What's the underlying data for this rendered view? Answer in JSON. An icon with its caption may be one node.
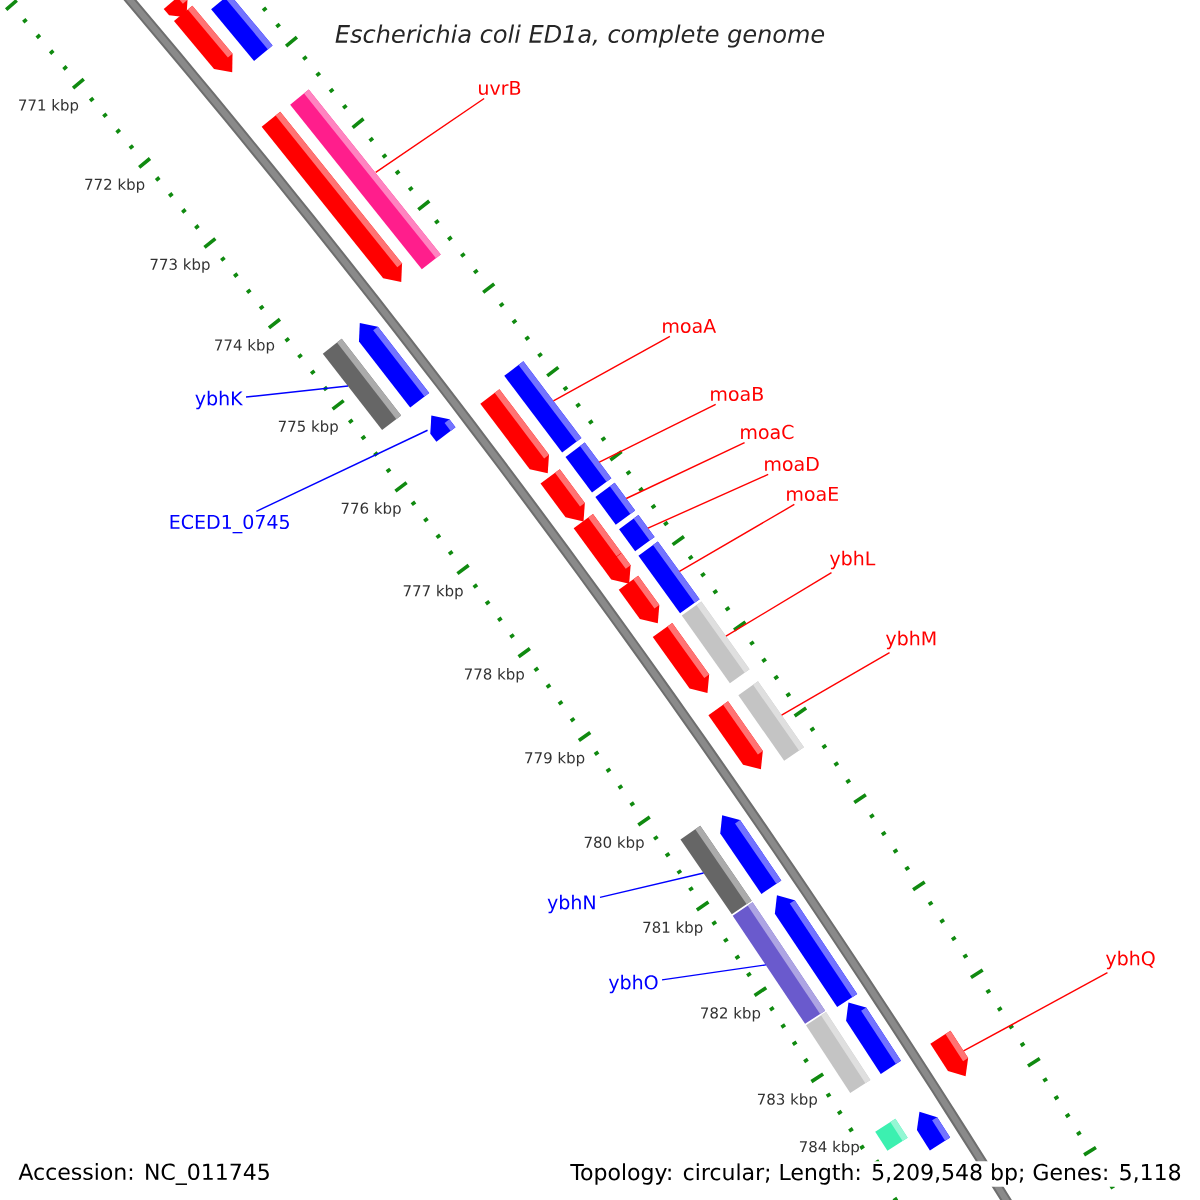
{
  "diagram": {
    "title": "Escherichia coli ED1a, complete genome",
    "nodes": [
      {
        "text": [
          "uvrB"
        ]
      },
      {
        "text": [
          "moaA"
        ]
      },
      {
        "text": [
          "moaB"
        ]
      },
      {
        "text": [
          "moaC"
        ]
      },
      {
        "text": [
          "moaD"
        ]
      },
      {
        "text": [
          "moaE"
        ]
      },
      {
        "text": [
          "ybhL"
        ]
      },
      {
        "text": [
          "ybhM"
        ]
      },
      {
        "text": [
          "ybhQ"
        ]
      },
      {
        "text": [
          "ybhK"
        ]
      },
      {
        "text": [
          "ECED1_0745"
        ]
      },
      {
        "text": [
          "ybhN"
        ]
      },
      {
        "text": [
          "ybhO"
        ]
      },
      {
        "text": [],
        "shape": "bar"
      },
      {
        "text": [],
        "shape": "pentagon"
      },
      {
        "text": [],
        "shape": "pentagon"
      },
      {
        "text": [],
        "shape": "bar"
      },
      {
        "text": [],
        "shape": "pentagon"
      },
      {
        "text": [],
        "shape": "pentagon"
      },
      {
        "text": [],
        "shape": "bar"
      },
      {
        "text": [],
        "shape": "bar"
      },
      {
        "text": [],
        "shape": "pentagon"
      },
      {
        "text": [],
        "shape": "pentagon"
      },
      {
        "text": [],
        "shape": "bar"
      },
      {
        "text": [],
        "shape": "pentagon"
      },
      {
        "text": [],
        "shape": "bar"
      },
      {
        "text": [],
        "shape": "pentagon"
      },
      {
        "text": [],
        "shape": "bar"
      },
      {
        "text": [],
        "shape": "bar"
      },
      {
        "text": [],
        "shape": "pentagon"
      },
      {
        "text": [],
        "shape": "pentagon"
      },
      {
        "text": [],
        "shape": "bar"
      },
      {
        "text": [],
        "shape": "pentagon"
      },
      {
        "text": [],
        "shape": "bar"
      },
      {
        "text": [],
        "shape": "pentagon"
      },
      {
        "text": [],
        "shape": "pentagon"
      },
      {
        "text": [],
        "shape": "bar"
      },
      {
        "text": [],
        "shape": "pentagon"
      },
      {
        "text": [],
        "shape": "bar"
      },
      {
        "text": [],
        "shape": "pentagon"
      },
      {
        "text": [],
        "shape": "bar"
      },
      {
        "text": [],
        "shape": "pentagon"
      },
      {
        "text": [],
        "shape": "pentagon"
      },
      {
        "text": [],
        "shape": "bar"
      }
    ],
    "edges": [
      {
        "from": 0,
        "to": 16,
        "arrow": "none"
      },
      {
        "from": 1,
        "to": 20,
        "arrow": "none"
      },
      {
        "from": 2,
        "to": 23,
        "arrow": "none"
      },
      {
        "from": 3,
        "to": 25,
        "arrow": "none"
      },
      {
        "from": 4,
        "to": 27,
        "arrow": "none"
      },
      {
        "from": 5,
        "to": 28,
        "arrow": "none"
      },
      {
        "from": 6,
        "to": 31,
        "arrow": "none"
      },
      {
        "from": 7,
        "to": 33,
        "arrow": "none"
      },
      {
        "from": 8,
        "to": 41,
        "arrow": "none"
      },
      {
        "from": 9,
        "to": 19,
        "arrow": "none",
        "color": "#0000ff"
      },
      {
        "from": 10,
        "to": 22,
        "arrow": "none",
        "color": "#0000ff"
      },
      {
        "from": 11,
        "to": 36,
        "arrow": "none",
        "color": "#0000ff"
      },
      {
        "from": 12,
        "to": 38,
        "arrow": "none",
        "color": "#0000ff"
      }
    ],
    "labels": [
      "771 kbp",
      "772 kbp",
      "773 kbp",
      "774 kbp",
      "775 kbp",
      "776 kbp",
      "777 kbp",
      "778 kbp",
      "779 kbp",
      "780 kbp",
      "781 kbp",
      "782 kbp",
      "783 kbp",
      "784 kbp",
      "Accession: NC_011745",
      "Topology: circular; Length: 5,209,548 bp; Genes: 5,118"
    ]
  }
}
